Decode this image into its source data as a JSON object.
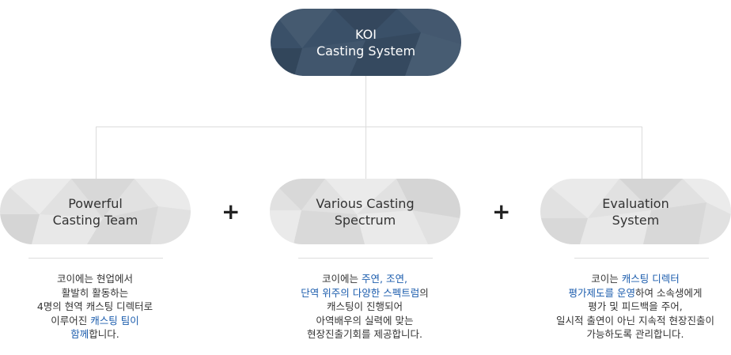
{
  "top_node": {
    "label": "KOI\nCasting System"
  },
  "plus_sign": "+",
  "pillars": [
    {
      "label": "Powerful\nCasting Team",
      "description": [
        [
          {
            "t": "코이에는 현업에서"
          }
        ],
        [
          {
            "t": "활발히 활동하는"
          }
        ],
        [
          {
            "t": "4명의 현역 캐스팅 디렉터로"
          }
        ],
        [
          {
            "t": "이루어진 "
          },
          {
            "t": "캐스팅 팀이",
            "hl": true
          }
        ],
        [
          {
            "t": "함께",
            "hl": true
          },
          {
            "t": "합니다."
          }
        ]
      ]
    },
    {
      "label": "Various Casting\nSpectrum",
      "description": [
        [
          {
            "t": "코이에는 "
          },
          {
            "t": "주연, 조연,",
            "hl": true
          }
        ],
        [
          {
            "t": "단역 위주의 다양한 스펙트럼",
            "hl": true
          },
          {
            "t": "의"
          }
        ],
        [
          {
            "t": "캐스팅이 진행되어"
          }
        ],
        [
          {
            "t": "아역배우의 실력에 맞는"
          }
        ],
        [
          {
            "t": "현장진출기회를 제공합니다."
          }
        ]
      ]
    },
    {
      "label": "Evaluation\nSystem",
      "description": [
        [
          {
            "t": "코이는 "
          },
          {
            "t": "캐스팅 디렉터",
            "hl": true
          }
        ],
        [
          {
            "t": "평가제도를 운영",
            "hl": true
          },
          {
            "t": "하여 소속생에게"
          }
        ],
        [
          {
            "t": "평가 및 피드백을 주어,"
          }
        ],
        [
          {
            "t": "일시적 출연이 아닌 지속적 현장진출이"
          }
        ],
        [
          {
            "t": "가능하도록 관리합니다."
          }
        ]
      ]
    }
  ],
  "colors": {
    "top_fill": "#3a5068",
    "pill_fill": "#e1e1e1",
    "highlight": "#1b5cad",
    "connector": "#dcdcdc"
  }
}
